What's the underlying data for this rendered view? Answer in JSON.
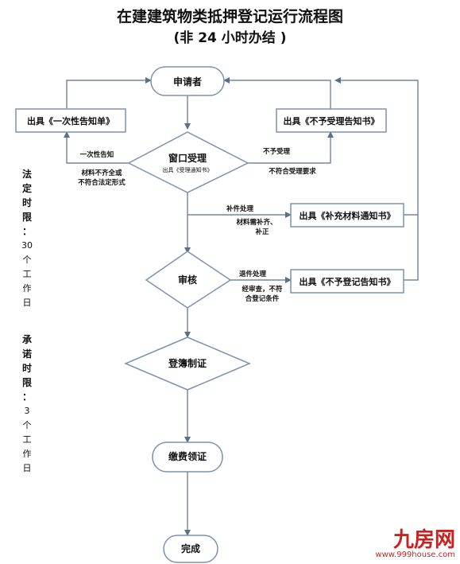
{
  "title": "在建建筑物类抵押登记运行流程图",
  "subtitle": "(非 24 小时办结 )",
  "nodes": {
    "apply": "申请者",
    "window": "窗口受理",
    "window_sub": "出具《受理通知书》",
    "review": "审核",
    "register": "登簿制证",
    "pay": "缴费领证",
    "done": "完成",
    "once_notice": "出具《一次性告知单》",
    "reject_accept": "出具《不予受理告知书》",
    "supplement": "出具《补充材料通知书》",
    "reject_register": "出具《不予登记告知书》"
  },
  "labels": {
    "once_inform": "一次性告知",
    "incomplete_1": "材料不齐全或",
    "incomplete_2": "不符合法定形式",
    "not_accept": "不予受理",
    "not_meet": "不符合受理要求",
    "supp_process": "补件处理",
    "supp_reason_1": "材料需补齐、",
    "supp_reason_2": "补正",
    "return_process": "退件处理",
    "return_reason_1": "经审查，不符",
    "return_reason_2": "合登记条件"
  },
  "side": {
    "legal_chars": [
      "法",
      "定",
      "时",
      "限",
      "："
    ],
    "legal_days": [
      "30",
      "个",
      "工",
      "作",
      "日"
    ],
    "promise_chars": [
      "承",
      "诺",
      "时",
      "限",
      "："
    ],
    "promise_days": [
      "3",
      "个",
      "工",
      "作",
      "日"
    ]
  },
  "watermark": {
    "brand": "九房网",
    "url": "www.999house.com"
  },
  "colors": {
    "stroke": "#7a93b0",
    "arrow": "#5a6f88",
    "text": "#111111"
  }
}
